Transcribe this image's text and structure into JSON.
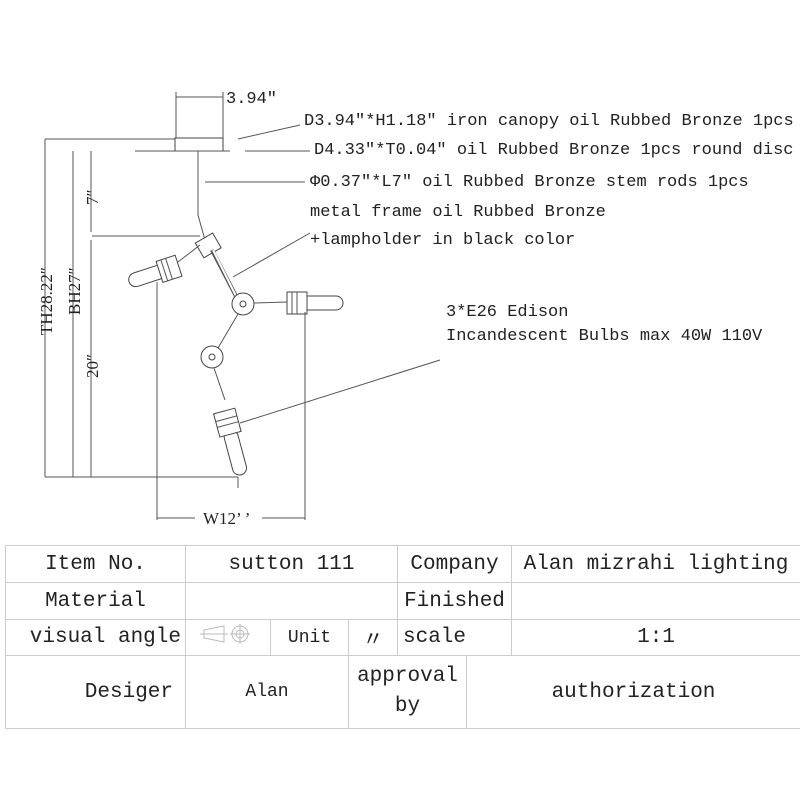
{
  "drawing": {
    "canopy_width": "3.94″",
    "total_height": "TH28.22″",
    "body_height": "BH27″",
    "stem_length": "7″",
    "frame_height": "20″",
    "width": "W12’ ’",
    "callouts": [
      "D3.94″*H1.18″ iron canopy oil Rubbed Bronze 1pcs",
      "D4.33″*T0.04″ oil Rubbed Bronze 1pcs round disc",
      "Φ0.37″*L7″ oil Rubbed Bronze stem rods 1pcs",
      "metal frame oil Rubbed Bronze",
      "+lampholder in black color",
      "3*E26 Edison",
      "Incandescent Bulbs max 40W 110V"
    ]
  },
  "title_block": {
    "item_no_label": "Item No.",
    "item_no_value": "sutton 111",
    "company_label": "Company",
    "company_value": "Alan mizrahi lighting",
    "material_label": "Material",
    "finished_label": "Finished",
    "visual_angle_label": "visual angle",
    "unit_label": "Unit",
    "unit_value": "〃",
    "scale_label": "scale",
    "scale_value": "1:1",
    "designer_label": "Desiger",
    "designer_value": "Alan",
    "approval_label_1": "approval",
    "approval_label_2": "by",
    "authorization_label": "authorization"
  }
}
